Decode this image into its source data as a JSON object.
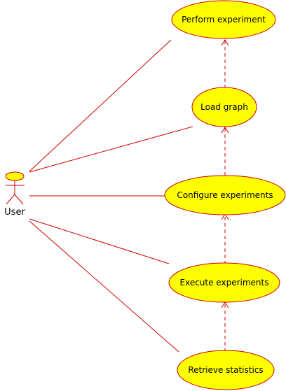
{
  "diagram": {
    "actor": {
      "label": "User",
      "icon": "stick-figure-actor-icon"
    },
    "use_cases": [
      {
        "id": "perform",
        "label": "Perform experiment"
      },
      {
        "id": "load",
        "label": "Load graph"
      },
      {
        "id": "configure",
        "label": "Configure experiments"
      },
      {
        "id": "execute",
        "label": "Execute experiments"
      },
      {
        "id": "retrieve",
        "label": "Retrieve statistics"
      }
    ],
    "associations": [
      {
        "from": "User",
        "to": "perform"
      },
      {
        "from": "User",
        "to": "load"
      },
      {
        "from": "User",
        "to": "configure"
      },
      {
        "from": "User",
        "to": "execute"
      },
      {
        "from": "User",
        "to": "retrieve"
      }
    ],
    "dependencies": [
      {
        "from": "load",
        "to": "perform",
        "style": "dashed-open-arrow"
      },
      {
        "from": "configure",
        "to": "load",
        "style": "dashed-open-arrow"
      },
      {
        "from": "execute",
        "to": "configure",
        "style": "dashed-open-arrow"
      },
      {
        "from": "retrieve",
        "to": "execute",
        "style": "dashed-open-arrow"
      }
    ],
    "colors": {
      "use_case_fill": "#ffff00",
      "stroke": "#cc0000",
      "text": "#000000",
      "background": "#ffffff"
    }
  }
}
